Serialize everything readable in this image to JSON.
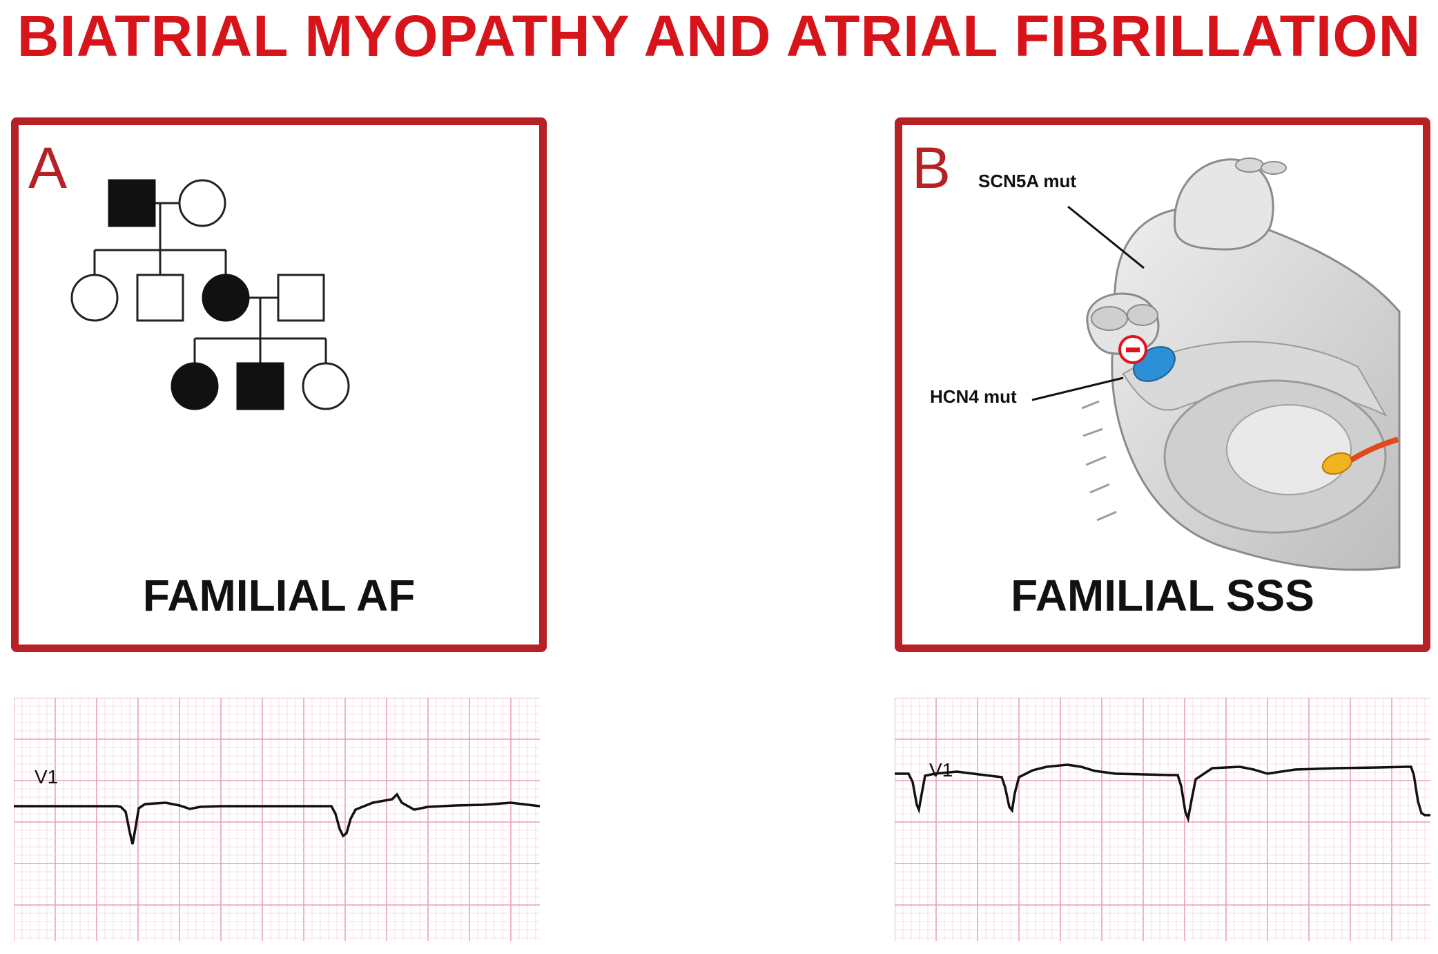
{
  "title": "BIATRIAL MYOPATHY AND ATRIAL FIBRILLATION",
  "panel_a": {
    "letter": "A",
    "caption": "FAMILIAL AF",
    "ecg_lead": "V1"
  },
  "panel_b": {
    "letter": "B",
    "caption": "FAMILIAL SSS",
    "label_scn5a": "SCN5A mut",
    "label_hcn4": "HCN4 mut",
    "ecg_lead": "V1"
  },
  "colors": {
    "title": "#d7141a",
    "panel_border": "#b52125",
    "ecg_grid_major": "#e9a0b3",
    "ecg_grid_minor": "#f6d5de",
    "sinus_node": "#2d8fd6",
    "av_node": "#f2b31e"
  }
}
